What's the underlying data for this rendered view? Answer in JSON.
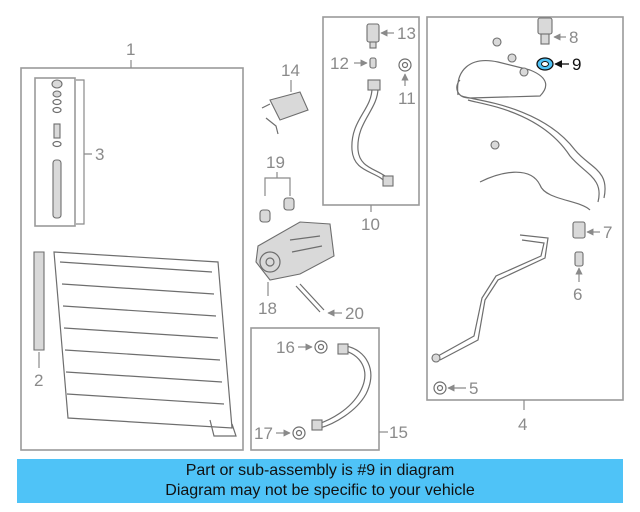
{
  "callouts": [
    "1",
    "2",
    "3",
    "4",
    "5",
    "6",
    "7",
    "8",
    "9",
    "10",
    "11",
    "12",
    "13",
    "14",
    "15",
    "16",
    "17",
    "18",
    "19",
    "20"
  ],
  "highlight_callout": "9",
  "highlight_color": "#4fc3f7",
  "banner": {
    "line1": "Part or sub-assembly is #9 in diagram",
    "line2": "Diagram may not be specific to your vehicle"
  }
}
